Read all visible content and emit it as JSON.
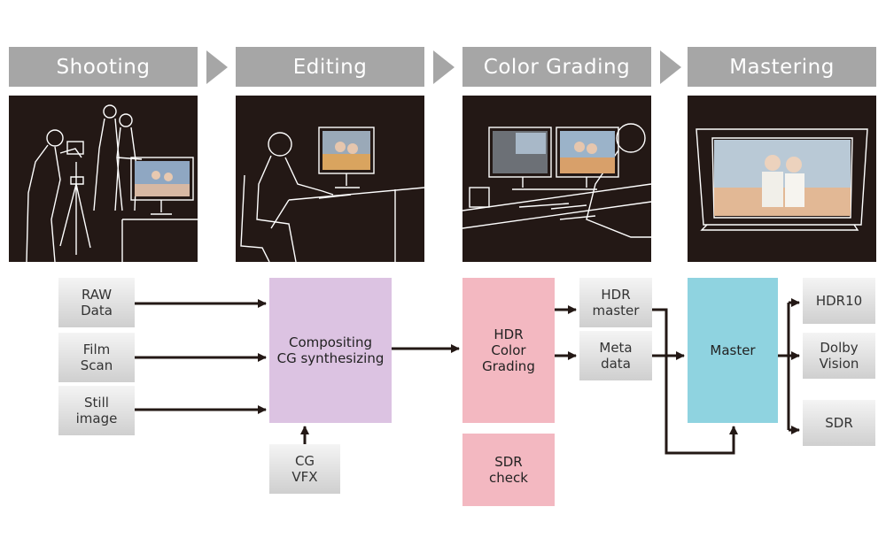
{
  "stages": [
    {
      "label": "Shooting"
    },
    {
      "label": "Editing"
    },
    {
      "label": "Color Grading"
    },
    {
      "label": "Mastering"
    }
  ],
  "sources": {
    "raw": "RAW\nData",
    "film": "Film\nScan",
    "still": "Still\nimage"
  },
  "compositing": "Compositing\nCG synthesizing",
  "cg_vfx": "CG\nVFX",
  "hdr_grading": "HDR\nColor\nGrading",
  "sdr_check": "SDR\ncheck",
  "hdr_master": "HDR\nmaster",
  "meta_data": "Meta\ndata",
  "master": "Master",
  "outputs": {
    "hdr10": "HDR10",
    "dolby": "Dolby\nVision",
    "sdr": "SDR"
  },
  "colors": {
    "stage_bar": "#a6a6a6",
    "panel_bg": "#231815",
    "compositing": "#dcc3e2",
    "grading": "#f3b8c1",
    "master": "#8fd3e0",
    "arrow": "#231815"
  }
}
